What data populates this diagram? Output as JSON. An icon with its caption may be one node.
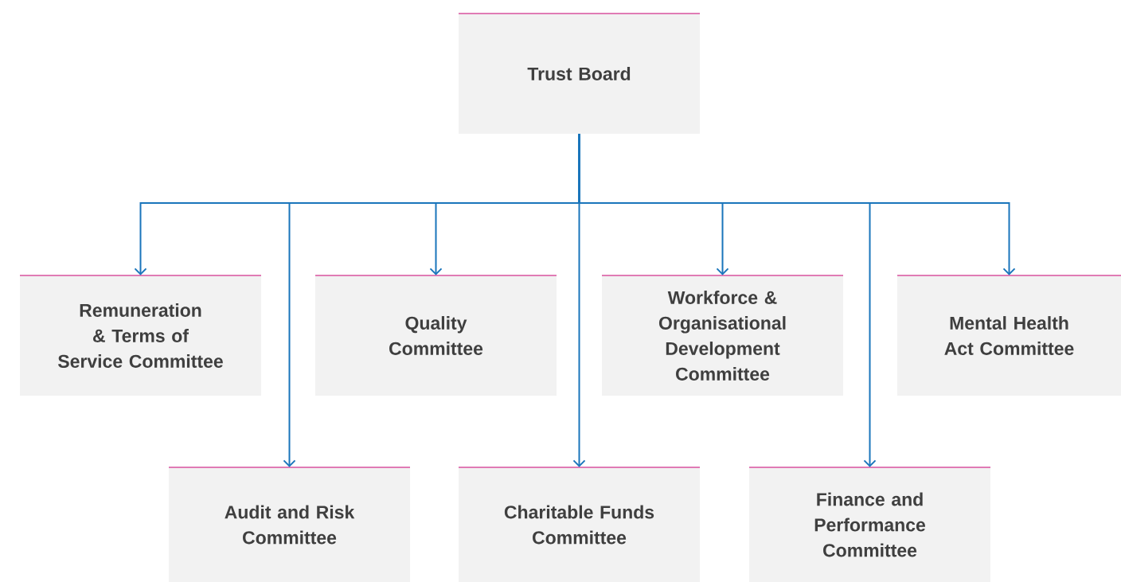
{
  "diagram": {
    "nodes": [
      {
        "text": [
          "Trust Board"
        ]
      },
      {
        "text": [
          "Remuneration & Terms of Service Committee"
        ]
      },
      {
        "text": [
          "Audit and Risk Committee"
        ]
      },
      {
        "text": [
          "Quality Committee"
        ]
      },
      {
        "text": [
          "Charitable Funds Committee"
        ]
      },
      {
        "text": [
          "Workforce & Organisational Development Committee"
        ]
      },
      {
        "text": [
          "Finance and Performance Committee"
        ]
      },
      {
        "text": [
          "Mental Health Act Committee"
        ]
      }
    ],
    "edges": [
      {
        "from": 0,
        "to": 1,
        "arrow": "to"
      },
      {
        "from": 0,
        "to": 2,
        "arrow": "to"
      },
      {
        "from": 0,
        "to": 3,
        "arrow": "to"
      },
      {
        "from": 0,
        "to": 4,
        "arrow": "to"
      },
      {
        "from": 0,
        "to": 5,
        "arrow": "to"
      },
      {
        "from": 0,
        "to": 6,
        "arrow": "to"
      },
      {
        "from": 0,
        "to": 7,
        "arrow": "to"
      }
    ]
  }
}
